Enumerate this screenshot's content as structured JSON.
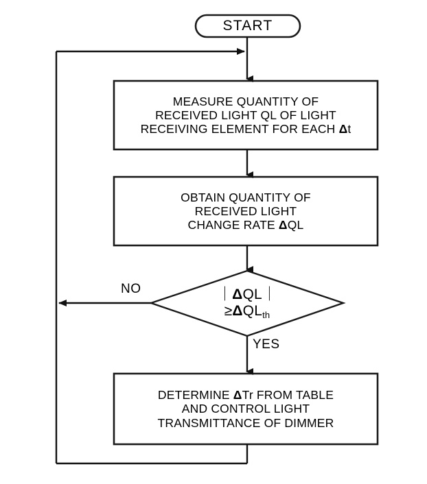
{
  "diagram": {
    "type": "flowchart",
    "title_node": "START",
    "nodes": [
      {
        "id": "start",
        "shape": "terminator",
        "label": "START"
      },
      {
        "id": "box1",
        "shape": "process",
        "lines": [
          "MEASURE QUANTITY OF",
          "RECEIVED LIGHT QL OF LIGHT",
          "RECEIVING ELEMENT FOR EACH Δt"
        ],
        "line1": "MEASURE QUANTITY OF",
        "line2": "RECEIVED LIGHT QL OF LIGHT",
        "line3_pre": "RECEIVING ELEMENT FOR EACH ",
        "line3_sym": "Δ",
        "line3_post": "t"
      },
      {
        "id": "box2",
        "shape": "process",
        "lines": [
          "OBTAIN QUANTITY OF",
          "RECEIVED LIGHT",
          "CHANGE RATE ΔQL"
        ],
        "line1": "OBTAIN QUANTITY OF",
        "line2": "RECEIVED LIGHT",
        "line3_pre": "CHANGE RATE ",
        "line3_sym": "Δ",
        "line3_post": "QL"
      },
      {
        "id": "decision",
        "shape": "decision",
        "line1_open": "｜",
        "line1_sym": "Δ",
        "line1_body": "QL",
        "line1_close": "｜",
        "line2_op": "≥",
        "line2_sym": "Δ",
        "line2_body": "QL",
        "line2_sub": "th",
        "text_plain": "｜ΔQL｜ ≥ ΔQLth"
      },
      {
        "id": "box4",
        "shape": "process",
        "lines": [
          "DETERMINE ΔTr FROM TABLE",
          "AND CONTROL LIGHT",
          "TRANSMITTANCE OF DIMMER"
        ],
        "line1_pre": "DETERMINE ",
        "line1_sym": "Δ",
        "line1_post": "Tr FROM TABLE",
        "line2": "AND CONTROL LIGHT",
        "line3": "TRANSMITTANCE OF DIMMER"
      }
    ],
    "branches": {
      "no_label": "NO",
      "yes_label": "YES"
    },
    "colors": {
      "stroke": "#1a1a1a",
      "fill": "#ffffff",
      "text": "#000000"
    }
  }
}
